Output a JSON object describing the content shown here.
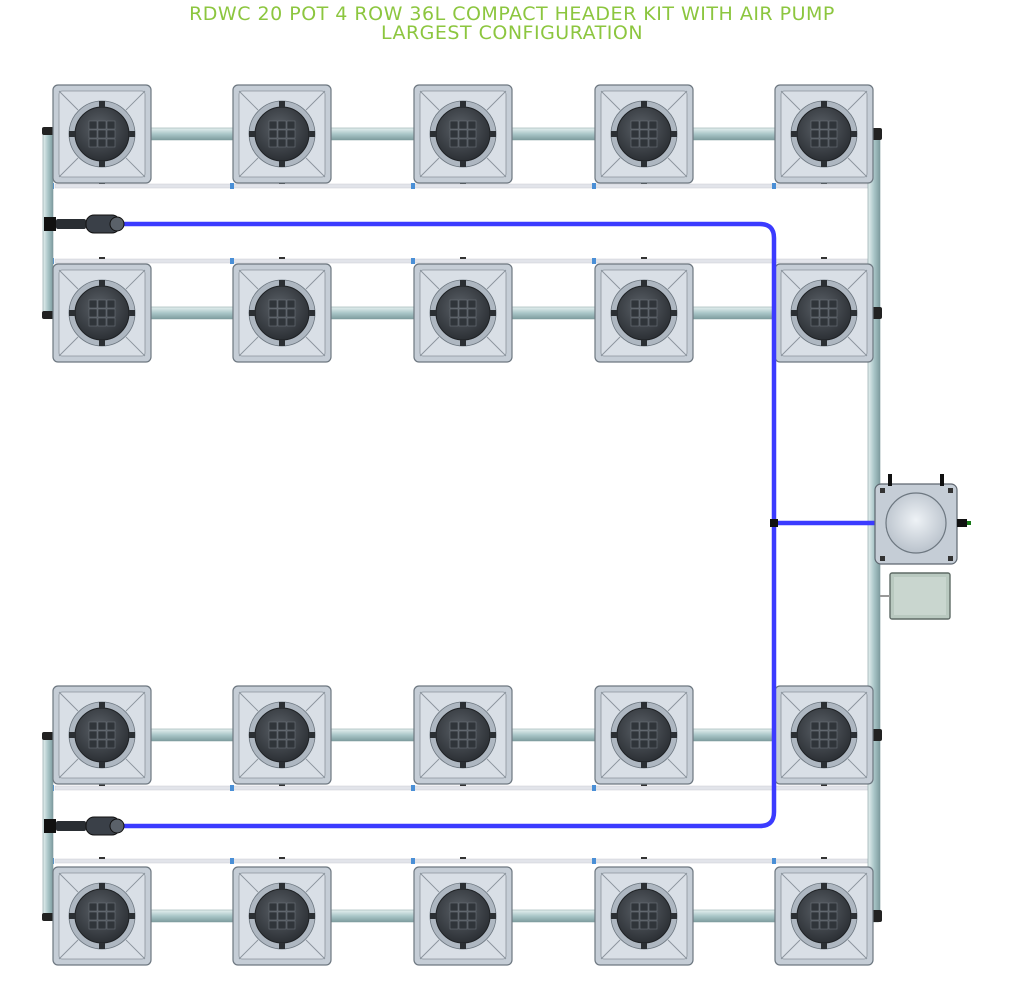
{
  "title": {
    "line1": "RDWC 20 POT 4 ROW 36L COMPACT HEADER KIT WITH AIR PUMP",
    "line2": "LARGEST CONFIGURATION"
  },
  "layout": {
    "rows": 4,
    "pots_per_row": 5,
    "pot_volume": "36L"
  },
  "colors": {
    "title": "#8cc63f",
    "air_line": "#3b3bff",
    "pot_body": "#c5cdd6",
    "pot_lid": "#3e4349",
    "pipe": "#b9d3d4",
    "drain_line": "#e2e4ea"
  }
}
